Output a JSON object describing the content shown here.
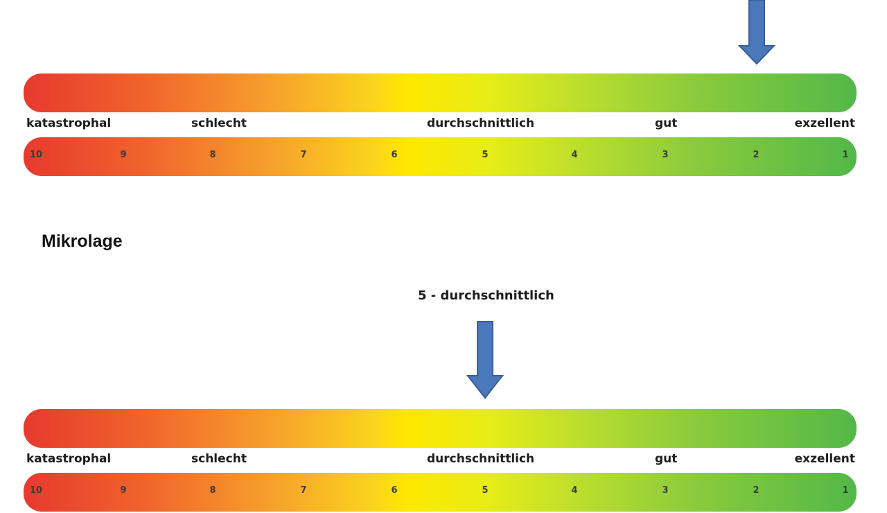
{
  "scale_labels": {
    "worst": "katastrophal",
    "bad": "schlecht",
    "average": "durchschnittlich",
    "good": "gut",
    "best": "exzellent"
  },
  "scale_numbers": [
    "10",
    "9",
    "8",
    "7",
    "6",
    "5",
    "4",
    "3",
    "2",
    "1"
  ],
  "top_scale": {
    "arrow_value": 2
  },
  "micro": {
    "heading": "Mikrolage",
    "caption": "5 -  durchschnittlich",
    "arrow_value": 5
  },
  "colors": {
    "red": "#e63a2f",
    "orange": "#f6a12c",
    "yellow": "#ffe800",
    "green": "#52b848",
    "arrow": "#4a78bb"
  }
}
